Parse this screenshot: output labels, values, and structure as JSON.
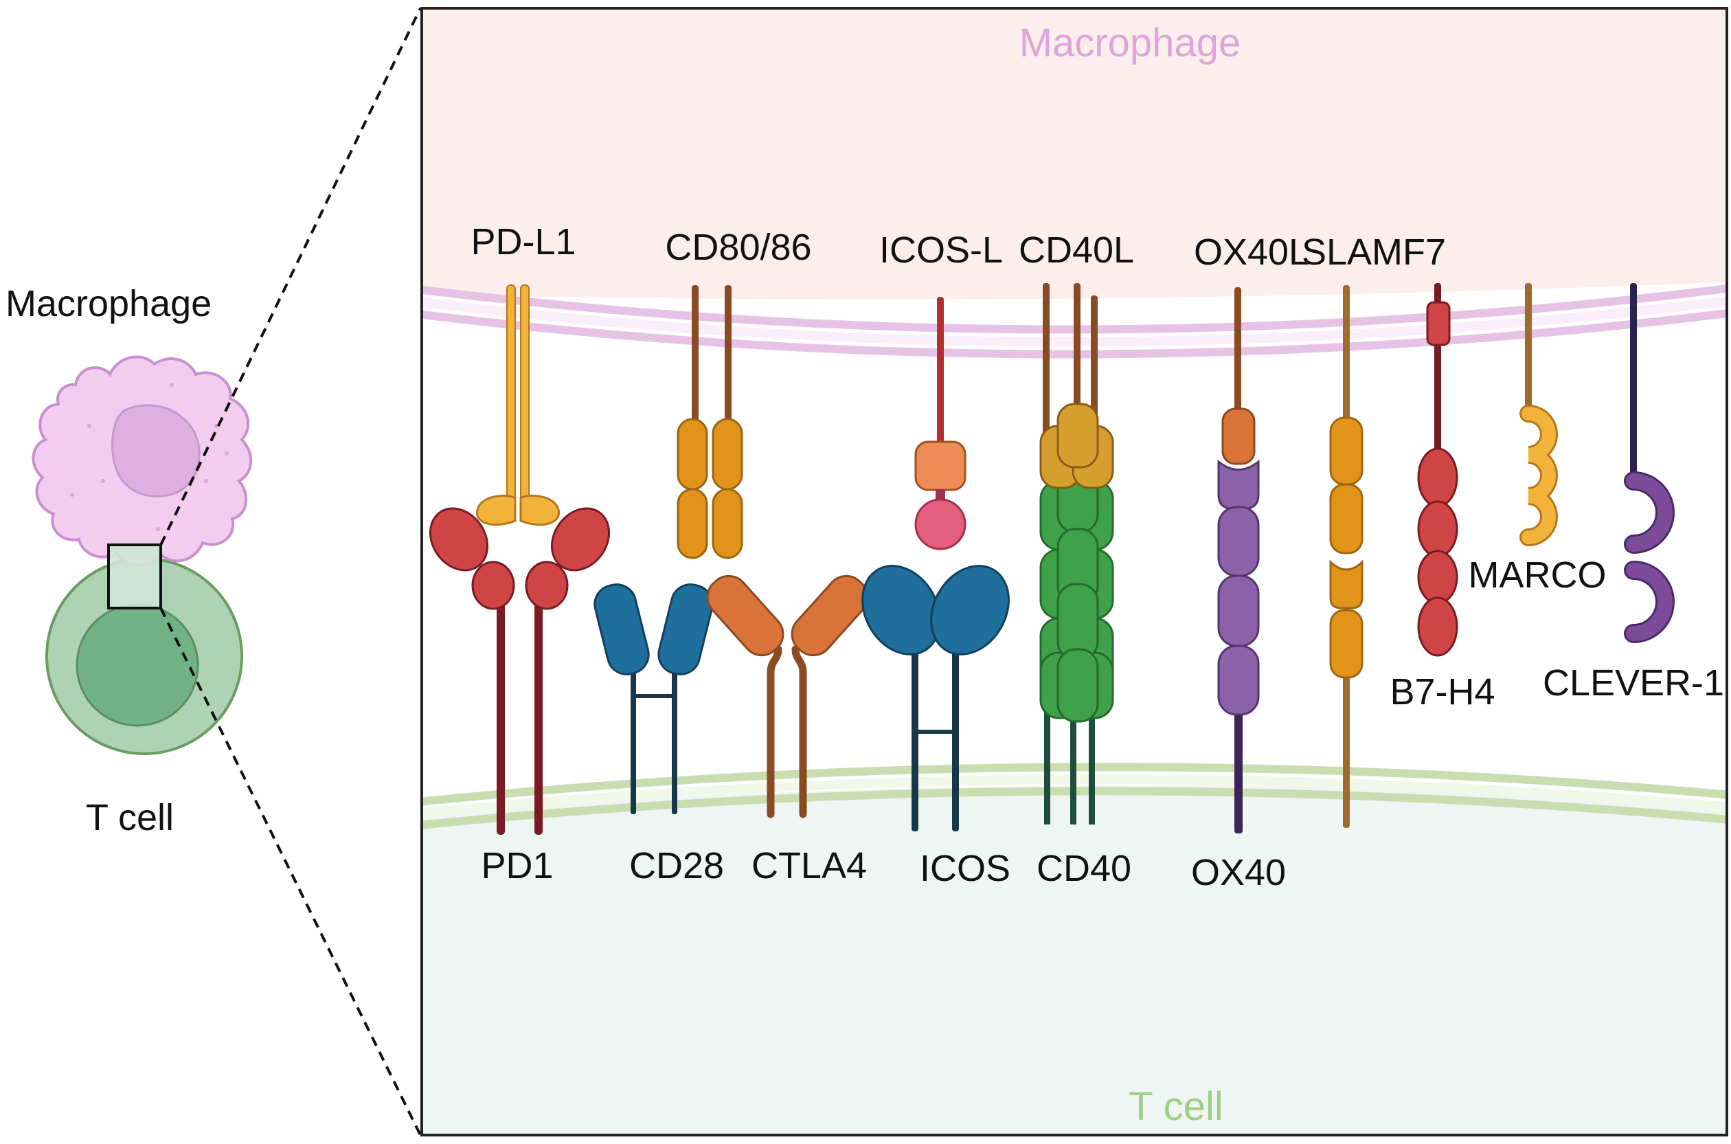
{
  "left_panel": {
    "macrophage_label": "Macrophage",
    "tcell_label": "T cell"
  },
  "zoom_panel": {
    "macrophage_label": "Macrophage",
    "tcell_label": "T cell"
  },
  "macrophage_ligands": {
    "pdl1": "PD-L1",
    "cd80_86": "CD80/86",
    "icosl": "ICOS-L",
    "cd40l": "CD40L",
    "ox40l": "OX40L",
    "slamf7": "SLAMF7",
    "b7h4": "B7-H4",
    "marco": "MARCO",
    "clever1": "CLEVER-1"
  },
  "tcell_receptors": {
    "pd1": "PD1",
    "cd28": "CD28",
    "ctla4": "CTLA4",
    "icos": "ICOS",
    "cd40": "CD40",
    "ox40": "OX40"
  },
  "colors": {
    "macrophage_region": "#fdeeee",
    "tcell_region": "#eef5f2",
    "macrophage_membrane": "#e6c3e6",
    "tcell_membrane": "#c8deb0",
    "macrophage_text": "#dca6d8",
    "tcell_text": "#9dcf84",
    "pdl1": "#f3b23a",
    "cd80_86": "#e0951a",
    "pd1": "#cf4545",
    "cd28": "#1e6f9c",
    "ctla4": "#d9733a",
    "icos": "#1e6f9c",
    "cd40l": "#d49f2e",
    "cd40": "#3fa14a",
    "ox40l": "#d9733a",
    "ox40": "#8b62a8",
    "slamf7": "#e0951a",
    "b7h4": "#cf4545",
    "marco": "#f3b23a",
    "clever1": "#7c4b9a"
  }
}
